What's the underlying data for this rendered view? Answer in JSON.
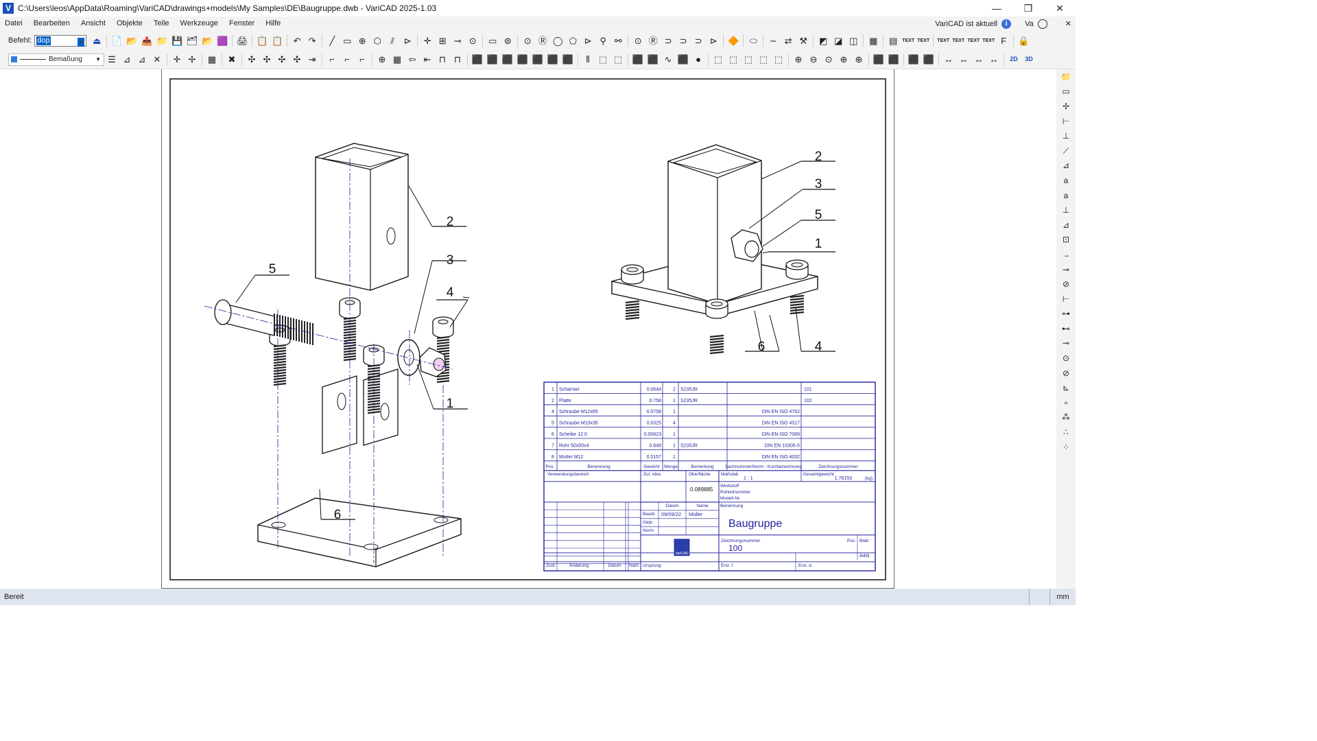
{
  "app": {
    "title": "C:\\Users\\leos\\AppData\\Roaming\\VariCAD\\drawings+models\\My Samples\\DE\\Baugruppe.dwb - VariCAD 2025-1.03",
    "icon_letter": "V",
    "accent": "#1a4fb8",
    "window_controls": [
      "—",
      "❐",
      "✕"
    ]
  },
  "menu": {
    "items": [
      "Datei",
      "Bearbeiten",
      "Ansicht",
      "Objekte",
      "Teile",
      "Werkzeuge",
      "Fenster",
      "Hilfe"
    ],
    "status_right": "VariCAD ist aktuell",
    "user": "Va",
    "close": "✕"
  },
  "toolbar": {
    "command_label": "Befehl:",
    "command_value": "dop",
    "layer_name": "Bemaßung",
    "row1_icons": [
      "📄",
      "📂",
      "📤",
      "📁",
      "💾",
      "🗂",
      "📂",
      "🟪",
      "|",
      "🖨",
      "|",
      "📋",
      "📋",
      "|",
      "↶",
      "↷",
      "|",
      "╱",
      "▭",
      "⊕",
      "⬡",
      "⫽",
      "⊳",
      "|",
      "✛",
      "⊞",
      "⊸",
      "⊙",
      "|",
      "▭",
      "⊚",
      "|",
      "⊙",
      "Ⓡ",
      "◯",
      "⬠",
      "⊳",
      "⚲",
      "⚯",
      "|",
      "⊙",
      "Ⓡ",
      "⊃",
      "⊃",
      "⊃",
      "⊳",
      "|",
      "🔶",
      "|",
      "⬭",
      "|",
      "∼",
      "⇄",
      "⚒",
      "|",
      "◩",
      "◪",
      "◫",
      "|",
      "▦",
      "|",
      "▤",
      "TEXT",
      "TEXT",
      "|",
      "TEXT",
      "TEXT",
      "TEXT",
      "TEXT",
      "F",
      "|",
      "🔒"
    ],
    "row2_icons": [
      "⊿",
      "⊿",
      "✕",
      "|",
      "✛",
      "✢",
      "|",
      "▦",
      "|",
      "✖",
      "|",
      "✣",
      "✣",
      "✣",
      "✣",
      "⇥",
      "|",
      "⌐",
      "⌐",
      "⌐",
      "|",
      "⊕",
      "▦",
      "⇦",
      "⇤",
      "⊓",
      "⊓",
      "|",
      "⬛",
      "⬛",
      "⬛",
      "⬛",
      "⬛",
      "⬛",
      "⬛",
      "|",
      "⫴",
      "⬚",
      "⬚",
      "|",
      "⬛",
      "⬛",
      "∿",
      "⬛",
      "●",
      "|",
      "⬚",
      "⬚",
      "⬚",
      "⬚",
      "⬚",
      "|",
      "⊕",
      "⊖",
      "⊙",
      "⊕",
      "⊕",
      "|",
      "⬛",
      "⬛",
      "|",
      "⬛",
      "⬛",
      "|",
      "↔",
      "↔",
      "↔",
      "↔",
      "|",
      "2D",
      "3D"
    ],
    "right_icons": [
      "📁",
      "▭",
      "✢",
      "⊢",
      "⊥",
      "⟋",
      "⊿",
      "a",
      "a",
      "⊥",
      "⊿",
      "⊡",
      "→",
      "⊸",
      "⊘",
      "⊢",
      "⊶",
      "⊷",
      "⊸",
      "⊙",
      "⊘",
      "⊾",
      "∘",
      "⁂",
      "∴",
      "⁘"
    ]
  },
  "drawing": {
    "left_labels": [
      "2",
      "3",
      "4",
      "5",
      "1",
      "6"
    ],
    "right_labels": [
      "2",
      "3",
      "5",
      "1",
      "6",
      "4"
    ],
    "bom": [
      {
        "pos": "1",
        "name": "Scharnier",
        "weight": "0.0644",
        "qty": "2",
        "note": "S235JR",
        "norm": "",
        "drawing_no": "101"
      },
      {
        "pos": "2",
        "name": "Platte",
        "weight": "0.758",
        "qty": "1",
        "note": "S235JR",
        "norm": "",
        "drawing_no": "102"
      },
      {
        "pos": "4",
        "name": "Schraube M12x65",
        "weight": "0.0758",
        "qty": "1",
        "note": "",
        "norm": "DIN EN ISO 4762",
        "drawing_no": ""
      },
      {
        "pos": "5",
        "name": "Schraube M10x35",
        "weight": "0.0325",
        "qty": "4",
        "note": "",
        "norm": "DIN EN ISO 4017",
        "drawing_no": ""
      },
      {
        "pos": "6",
        "name": "Scheibe 12.0",
        "weight": "0.00823",
        "qty": "1",
        "note": "",
        "norm": "DIN EN ISO 7089",
        "drawing_no": ""
      },
      {
        "pos": "7",
        "name": "Rohr 50x50x4",
        "weight": "0.848",
        "qty": "1",
        "note": "S235JR",
        "norm": "DIN EN 10305-5",
        "drawing_no": ""
      },
      {
        "pos": "8",
        "name": "Mutter M12",
        "weight": "0.0157",
        "qty": "1",
        "note": "",
        "norm": "DIN EN ISO 4032",
        "drawing_no": ""
      }
    ],
    "bom_headers": [
      "Pos.",
      "Benennung",
      "Gewicht",
      "Menge",
      "Bemerkung",
      "Sachnummer/Norm - Kurzbezeichnung",
      "Zeichnungsnummer"
    ],
    "title_block": {
      "verwendungsbereich": "Verwendungsbereich",
      "zul_abw": "Zul. Abw.",
      "oberflaeche": "Oberfläche",
      "oberflaeche_val": "0.089885",
      "massstab": "Maßstab",
      "massstab_val": "1 : 1",
      "gesamtgewicht": "Gesamtgewicht",
      "gesamtgewicht_val": "1.76153",
      "kg": "(kg)",
      "werkstoff": "Werkstoff",
      "rohteilnummer": "Rohteilnummer",
      "modell_nr": "Modell-Nr.",
      "benennung": "Benennung",
      "benennung_val": "Baugruppe",
      "datum": "Datum",
      "name": "Name",
      "bearb": "Bearb.",
      "bearb_datum": "09/09/22",
      "bearb_name": "Müller",
      "gepr": "Gepr.",
      "norm": "Norm",
      "zeichnungsnummer": "Zeichnungsnummer",
      "zeichnungsnummer_val": "100",
      "pos": "Pos.",
      "blatt": "Blatt",
      "format": "A4",
      "bl": "Bl.",
      "zust": "Zust.",
      "aenderung": "Änderung",
      "datum2": "Datum",
      "nam": "Nam",
      "ursprung": "Ursprung",
      "ersf": "Erst. f.",
      "ersd": "Erst. d.",
      "logo_text": "VariCAD"
    },
    "line_color": "#1f1f9e"
  },
  "status": {
    "text": "Bereit",
    "unit": "mm"
  }
}
